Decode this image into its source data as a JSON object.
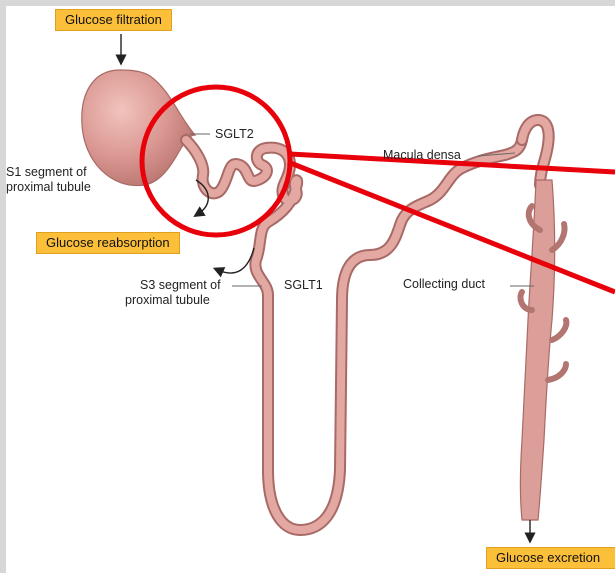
{
  "boxes": {
    "filtration": "Glucose filtration",
    "reabsorption": "Glucose reabsorption",
    "excretion": "Glucose excretion"
  },
  "labels": {
    "sglt2": "SGLT2",
    "sglt1": "SGLT1",
    "s1_line1": "S1 segment of",
    "s1_line2": "proximal tubule",
    "s3_line1": "S3 segment of",
    "s3_line2": "proximal tubule",
    "macula_densa": "Macula densa",
    "collecting_duct": "Collecting duct"
  },
  "colors": {
    "tubule": "#d9948e",
    "tubule_outline": "#a86a66",
    "highlight": "#e8000b",
    "box": "#fbbf3a"
  }
}
